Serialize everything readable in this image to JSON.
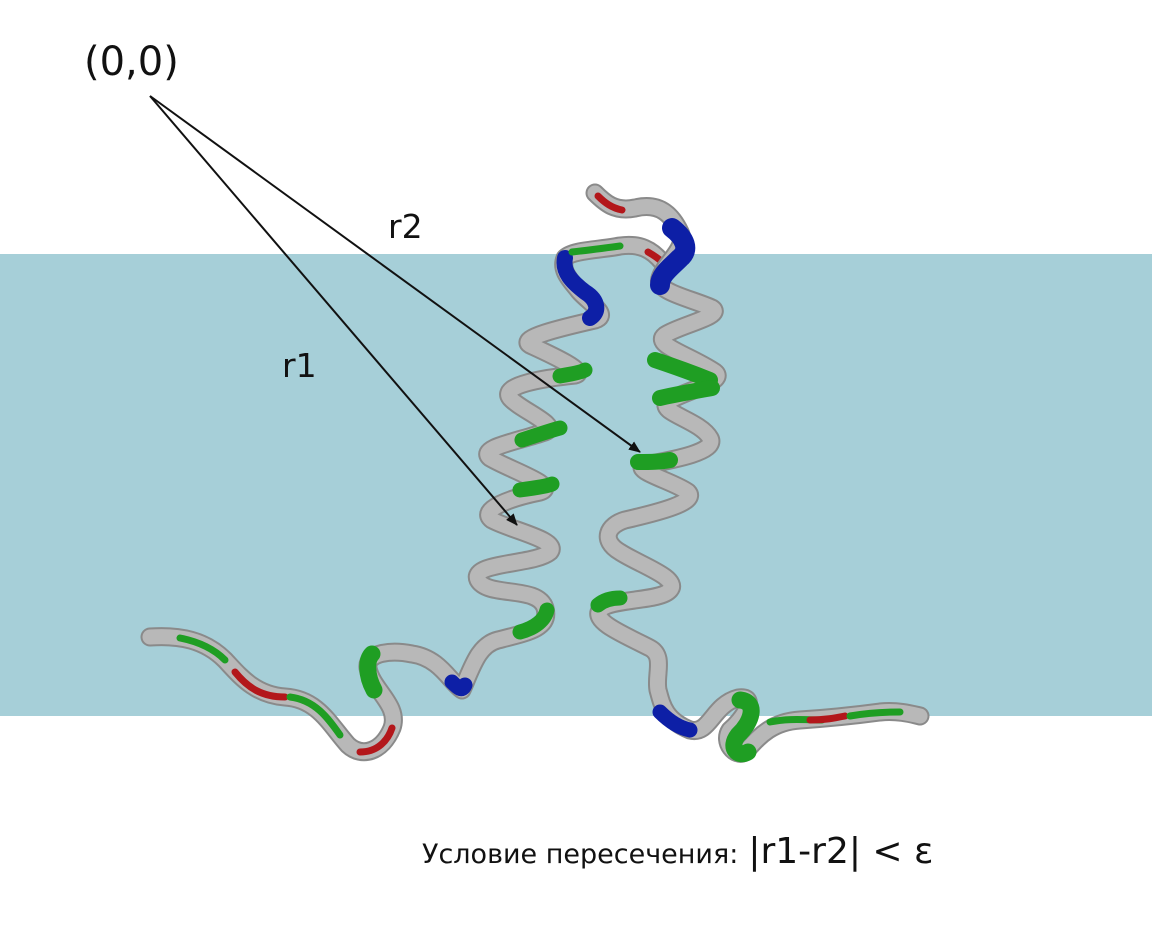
{
  "labels": {
    "origin": "(0,0)",
    "r1": "r1",
    "r2": "r2",
    "condition_text": "Условие пересечения:",
    "condition_formula": "|r1-r2| < ε"
  },
  "colors": {
    "membrane": "#a6cfd8",
    "arrow": "#111111",
    "ribbon_gray": "#b8b8b8",
    "ribbon_edge": "#8a8a8a",
    "green": "#1f9e23",
    "blue": "#0d1fa6",
    "red": "#b3171b"
  }
}
